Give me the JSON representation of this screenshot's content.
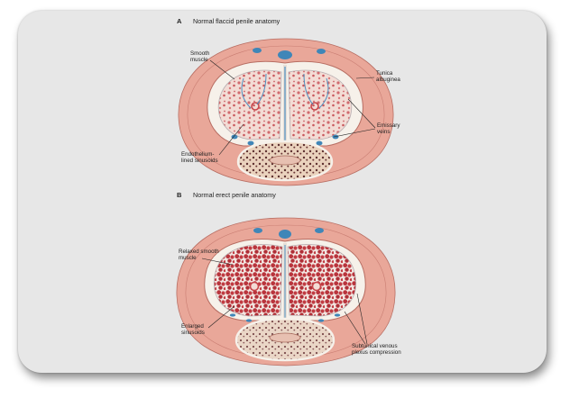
{
  "panels": [
    {
      "letter": "A",
      "title": "Normal flaccid penile anatomy",
      "labels": {
        "smooth_muscle": [
          "Smooth",
          "muscle"
        ],
        "tunica": [
          "Tunica",
          "albuginea"
        ],
        "emissary": [
          "Emissary",
          "veins"
        ],
        "endothelium": [
          "Endothelium-",
          "lined sinusoids"
        ]
      }
    },
    {
      "letter": "B",
      "title": "Normal erect penile anatomy",
      "labels": {
        "relaxed": [
          "Relaxed smooth",
          "muscle"
        ],
        "enlarged": [
          "Enlarged",
          "sinusoids"
        ],
        "subtunical": [
          "Subtunical venous",
          "plexus compression"
        ]
      }
    }
  ],
  "colors": {
    "card_bg": "#e7e7e7",
    "skin": "#e9a799",
    "tunica": "#f6f1ea",
    "sinusoid_flaccid": "#f3dcd5",
    "sinusoid_erect": "#b8353d",
    "vein": "#3f86b8",
    "artery": "#c7454a",
    "spongiosum": "#ead2bd"
  }
}
